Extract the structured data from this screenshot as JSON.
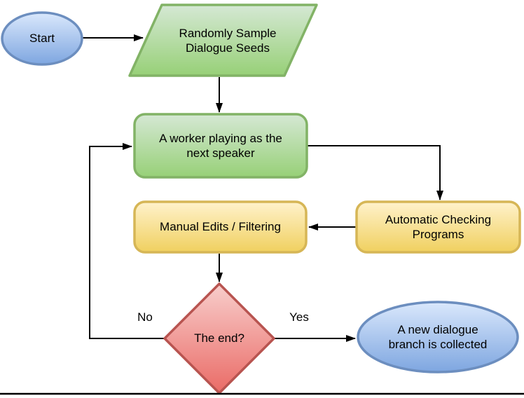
{
  "diagram": {
    "background": "#ffffff",
    "nodes": {
      "start": {
        "label": "Start",
        "shape": "ellipse",
        "color": "blue"
      },
      "sample_seeds": {
        "label": "Randomly Sample\nDialogue Seeds",
        "shape": "parallelogram",
        "color": "green"
      },
      "worker": {
        "label": "A worker playing as the\nnext speaker",
        "shape": "rounded-rect",
        "color": "green"
      },
      "manual_edits": {
        "label": "Manual Edits / Filtering",
        "shape": "rounded-rect",
        "color": "yellow"
      },
      "auto_check": {
        "label": "Automatic Checking\nPrograms",
        "shape": "rounded-rect",
        "color": "yellow"
      },
      "the_end": {
        "label": "The end?",
        "shape": "diamond",
        "color": "red"
      },
      "collected": {
        "label": "A new dialogue\nbranch is collected",
        "shape": "ellipse",
        "color": "blue"
      }
    },
    "edges": [
      {
        "from": "start",
        "to": "sample_seeds",
        "label": ""
      },
      {
        "from": "sample_seeds",
        "to": "worker",
        "label": ""
      },
      {
        "from": "worker",
        "to": "auto_check",
        "label": ""
      },
      {
        "from": "auto_check",
        "to": "manual_edits",
        "label": ""
      },
      {
        "from": "manual_edits",
        "to": "the_end",
        "label": ""
      },
      {
        "from": "the_end",
        "to": "worker",
        "label": "No"
      },
      {
        "from": "the_end",
        "to": "collected",
        "label": "Yes"
      }
    ],
    "colors": {
      "green_fill_top": "#d5e8d4",
      "green_fill_bottom": "#97d077",
      "green_border": "#82b366",
      "yellow_fill_top": "#fff2cc",
      "yellow_fill_bottom": "#ffd966",
      "yellow_border": "#d6b656",
      "blue_fill_top": "#dae8fc",
      "blue_fill_bottom": "#7ea6e0",
      "blue_border": "#6c8ebf",
      "red_fill_top": "#f8cecc",
      "red_fill_bottom": "#ea6b66",
      "red_border": "#b85450",
      "arrow": "#000000",
      "text": "#000000"
    }
  }
}
